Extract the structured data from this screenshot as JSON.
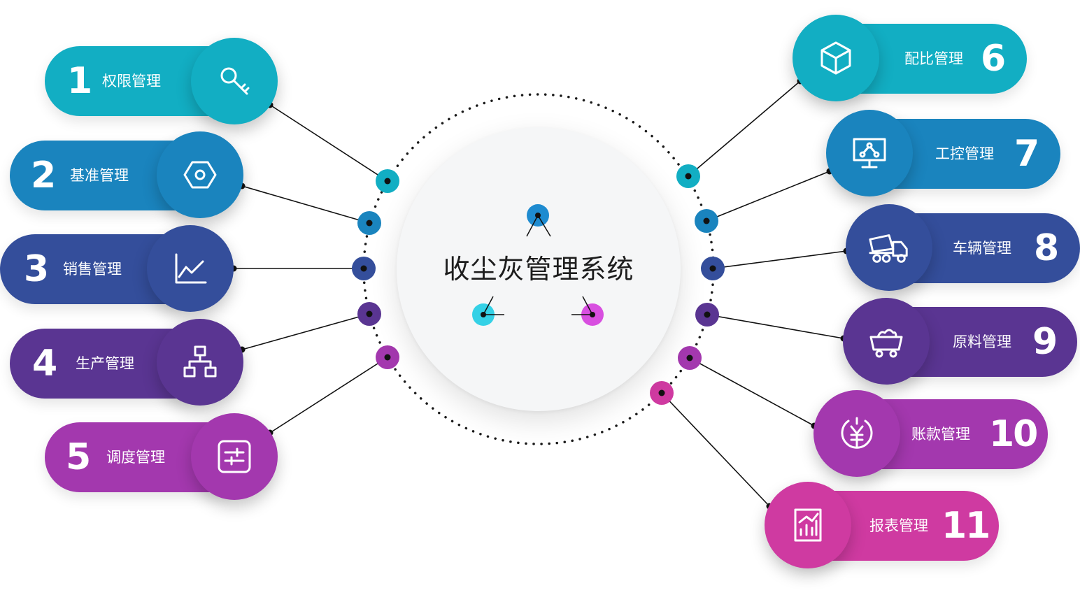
{
  "diagram": {
    "center_title": "收尘灰管理系统",
    "modules": [
      {
        "number": "1",
        "label": "权限管理",
        "icon": "key-icon",
        "color": "#12aec3"
      },
      {
        "number": "2",
        "label": "基准管理",
        "icon": "hexagon-nut-icon",
        "color": "#1a84be"
      },
      {
        "number": "3",
        "label": "销售管理",
        "icon": "line-chart-icon",
        "color": "#344e9b"
      },
      {
        "number": "4",
        "label": "生产管理",
        "icon": "hierarchy-icon",
        "color": "#5a3592"
      },
      {
        "number": "5",
        "label": "调度管理",
        "icon": "sliders-icon",
        "color": "#a338ae"
      },
      {
        "number": "6",
        "label": "配比管理",
        "icon": "cube-icon",
        "color": "#12aec3"
      },
      {
        "number": "7",
        "label": "工控管理",
        "icon": "monitor-network-icon",
        "color": "#1a84be"
      },
      {
        "number": "8",
        "label": "车辆管理",
        "icon": "mixer-truck-icon",
        "color": "#344e9b"
      },
      {
        "number": "9",
        "label": "原料管理",
        "icon": "mine-cart-icon",
        "color": "#5a3592"
      },
      {
        "number": "10",
        "label": "账款管理",
        "icon": "yen-coin-icon",
        "color": "#a338ae"
      },
      {
        "number": "11",
        "label": "报表管理",
        "icon": "report-chart-icon",
        "color": "#cf3aa1"
      }
    ]
  }
}
